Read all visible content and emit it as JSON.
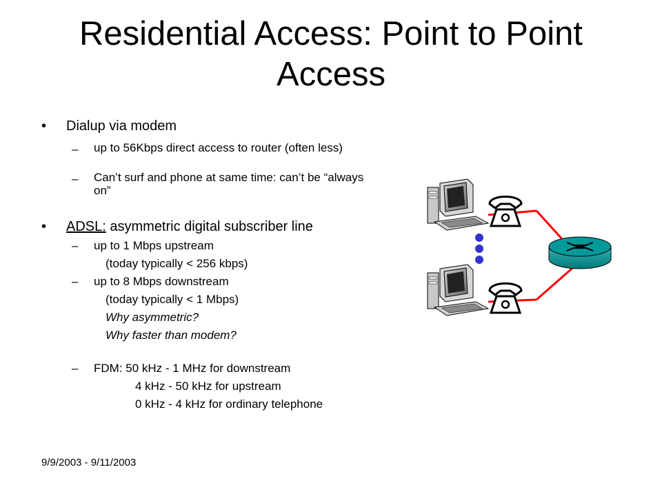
{
  "slide": {
    "title": "Residential Access: Point to Point Access",
    "footer": "9/9/2003 - 9/11/2003"
  },
  "bullets": {
    "b1": {
      "marker": "•",
      "text": "Dialup via modem"
    },
    "b1_sub1": {
      "marker": "–",
      "text": "up to 56Kbps direct access to router (often less)"
    },
    "b1_sub2": {
      "marker": "–",
      "text": "Can’t surf and phone at same time: can’t be “always on”"
    },
    "b2": {
      "marker": "•",
      "term": "ADSL:",
      "text": " asymmetric digital subscriber line"
    },
    "b2_sub1": {
      "marker": "–",
      "text": "up to 1 Mbps upstream"
    },
    "b2_sub1_note": "(today typically < 256 kbps)",
    "b2_sub2": {
      "marker": "–",
      "text": "up to 8 Mbps downstream"
    },
    "b2_sub2_note": "(today typically < 1 Mbps)",
    "q1": "Why asymmetric?",
    "q2": "Why faster than modem?",
    "b2_sub3": {
      "marker": "–",
      "text": "FDM: 50 kHz - 1 MHz for downstream"
    },
    "fdm2": "4 kHz - 50 kHz for upstream",
    "fdm3": "0 kHz - 4 kHz for ordinary telephone"
  },
  "diagram": {
    "link_color": "#ff0000",
    "router_color": "#00999a",
    "dots_color": "#3333cc",
    "icons": [
      "computer-icon",
      "telephone-icon",
      "router-icon"
    ]
  }
}
